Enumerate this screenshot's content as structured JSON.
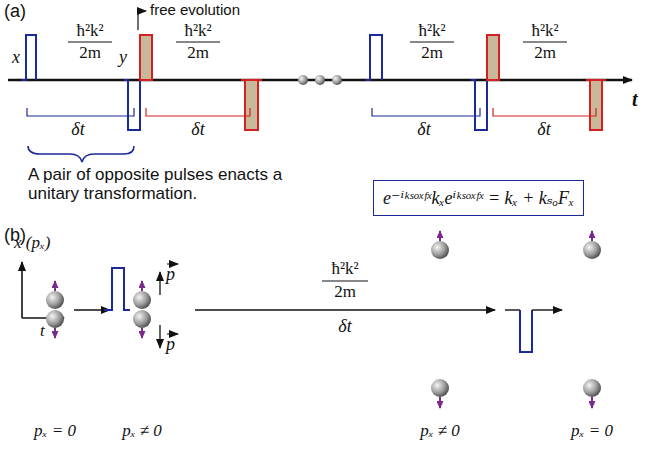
{
  "diagram": {
    "nodes": [
      {
        "text": [
          "e⁻ⁱᵏˢᵒˣᶠˣkₓeⁱᵏˢᵒˣᶠˣ = kₓ + kₛₒFₓ"
        ]
      }
    ],
    "edges": [],
    "labels": [
      "(a)",
      "free evolution",
      "x",
      "y",
      "ħ²k²",
      "2m",
      "ħ²k²",
      "2m",
      "ħ²k²",
      "2m",
      "ħ²k²",
      "2m",
      "δt",
      "δt",
      "δt",
      "δt",
      "t",
      "A pair of opposite pulses enacts a unitary transformation.",
      "(b)",
      "x (pₓ)",
      "t",
      "p",
      "p",
      "ħ²k²",
      "2m",
      "δt",
      "pₓ = 0",
      "pₓ ≠ 0",
      "pₓ ≠ 0",
      "pₓ = 0"
    ]
  }
}
